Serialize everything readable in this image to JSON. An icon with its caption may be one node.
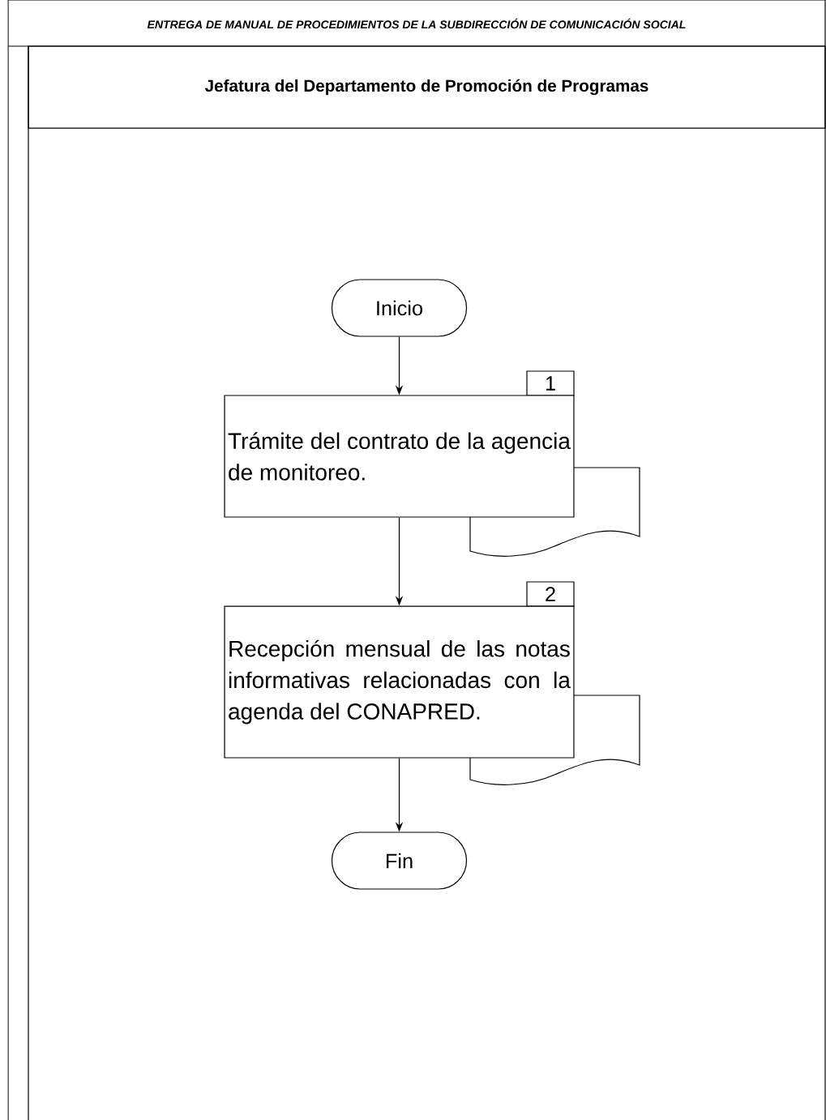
{
  "diagram": {
    "title": "ENTREGA DE MANUAL DE PROCEDIMIENTOS DE LA SUBDIRECCIÓN DE COMUNICACIÓN SOCIAL",
    "nodes": [
      {
        "text": [
          "Jefatura del Departamento de Promoción de Programas"
        ]
      },
      {
        "text": [
          "Inicio"
        ]
      },
      {
        "text": [
          "1"
        ]
      },
      {
        "text": [
          "Trámite del contrato de la agencia de monitoreo."
        ]
      },
      {
        "text": [],
        "shape": "document"
      },
      {
        "text": [
          "2"
        ]
      },
      {
        "text": [
          "Recepción mensual de las notas informativas relacionadas con la agenda del CONAPRED."
        ]
      },
      {
        "text": [],
        "shape": "document"
      },
      {
        "text": [
          "Fin"
        ]
      }
    ],
    "edges": [
      {
        "from": 1,
        "to": 3,
        "arrow": "to"
      },
      {
        "from": 3,
        "to": 6,
        "arrow": "to"
      },
      {
        "from": 6,
        "to": 8,
        "arrow": "to"
      }
    ]
  }
}
